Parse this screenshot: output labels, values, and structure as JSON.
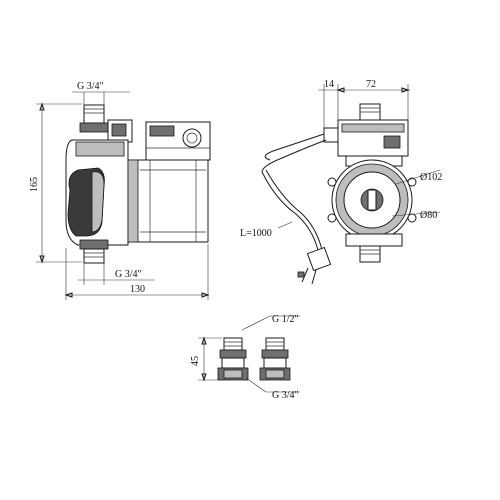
{
  "left_view": {
    "inlet_thread": "G 3/4\"",
    "outlet_thread": "G 3/4\"",
    "height": "165",
    "length": "130"
  },
  "right_view": {
    "offset": "14",
    "width": "72",
    "diameter_outer": "Ø102",
    "diameter_inner": "Ø80",
    "cable_length": "L=1000"
  },
  "fittings_view": {
    "thread_small": "G 1/2\"",
    "thread_large": "G 3/4\"",
    "height": "45"
  }
}
